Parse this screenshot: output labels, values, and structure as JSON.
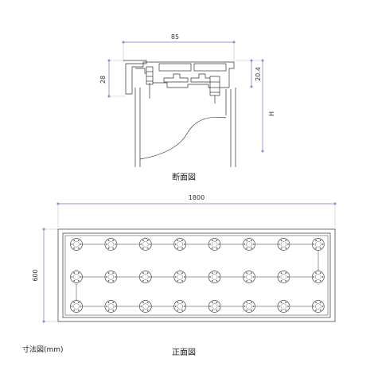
{
  "section": {
    "dim_width": "85",
    "dim_height_left": "28",
    "dim_height_right": "20.4",
    "dim_H": "H",
    "caption": "断面図"
  },
  "front": {
    "dim_width": "1800",
    "dim_height": "600",
    "caption": "正面図",
    "rows": 3,
    "cols": 8
  },
  "note": "寸法図(mm)",
  "colors": {
    "line": "#333333",
    "dim_line": "#7777cc",
    "dim_point": "#8888dd"
  }
}
